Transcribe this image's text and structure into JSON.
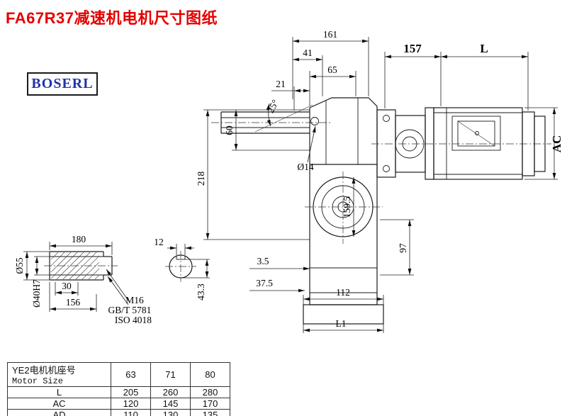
{
  "page": {
    "title": "FA67R37减速机电机尺寸图纸",
    "brand": "BOSERL"
  },
  "main_view": {
    "d161": "161",
    "d41": "41",
    "d65": "65",
    "d21": "21",
    "d60": "60",
    "d218": "218",
    "angle": "25°",
    "dia14": "Ø14",
    "d157": "157",
    "dL": "L",
    "dAC": "AC",
    "d159_5": "159.5",
    "d97": "97",
    "d3_5": "3.5",
    "d37_5": "37.5",
    "d112": "112",
    "dL1": "L1"
  },
  "shaft_view": {
    "d180": "180",
    "dia55": "Ø55",
    "dia40": "Ø40H7",
    "d30": "30",
    "d156": "156",
    "m16": "M16",
    "gbt": "GB/T 5781",
    "iso": "ISO 4018",
    "d12": "12",
    "d43_3": "43.3"
  },
  "table": {
    "header_line1": "YE2电机机座号",
    "header_line2": "Motor Size",
    "sizes": [
      "63",
      "71",
      "80"
    ],
    "rows": [
      {
        "label": "L",
        "values": [
          "205",
          "260",
          "280"
        ]
      },
      {
        "label": "AC",
        "values": [
          "120",
          "145",
          "170"
        ]
      },
      {
        "label": "AD",
        "values": [
          "110",
          "130",
          "135"
        ]
      }
    ]
  }
}
